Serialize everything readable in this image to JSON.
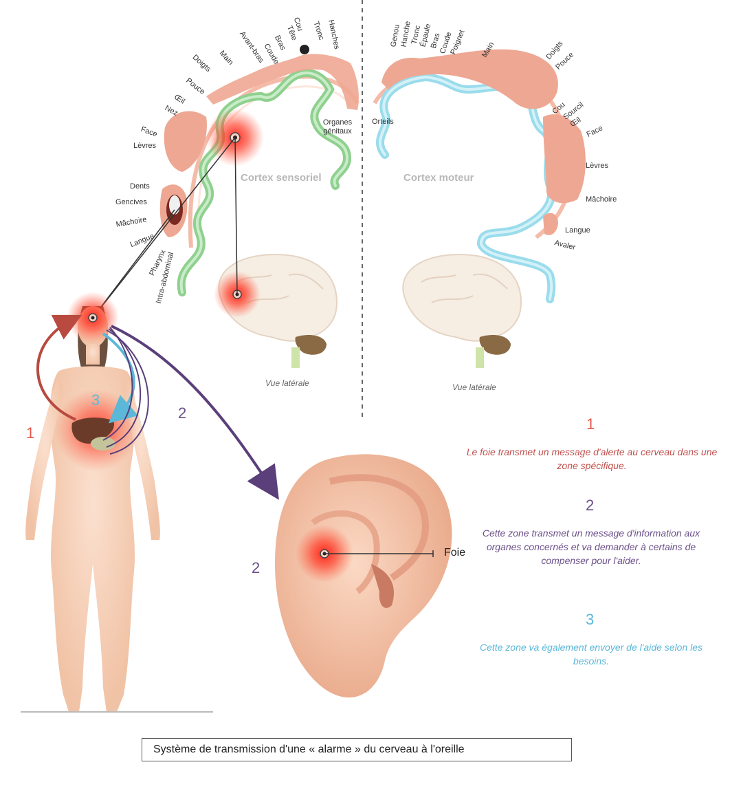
{
  "sensory_labels": [
    "Hanches",
    "Tronc",
    "Cou",
    "Tête",
    "Bras",
    "Coude",
    "Avant-bras",
    "Main",
    "Doigts",
    "Pouce",
    "Œil",
    "Nez",
    "Face",
    "Lèvres",
    "Dents",
    "Gencives",
    "Mâchoire",
    "Langue",
    "Pharynx",
    "Intra-abdominal",
    "Organes génitaux",
    "Orteils"
  ],
  "motor_labels": [
    "Genou",
    "Hanche",
    "Tronc",
    "Épaule",
    "Bras",
    "Coude",
    "Poignet",
    "Main",
    "Doigts",
    "Pouce",
    "Cou",
    "Sourcil",
    "Œil",
    "Face",
    "Lèvres",
    "Mâchoire",
    "Langue",
    "Avaler"
  ],
  "cortex_sensory": "Cortex sensoriel",
  "cortex_motor": "Cortex moteur",
  "lateral_view": "Vue latérale",
  "steps": [
    {
      "number": "1",
      "text": "Le foie transmet un message d'alerte au cerveau dans une zone spécifique."
    },
    {
      "number": "2",
      "text": "Cette zone transmet un message d'information aux organes concernés et va demander à certains de compenser pour l'aider."
    },
    {
      "number": "3",
      "text": "Cette zone va également envoyer de l'aide selon les besoins."
    }
  ],
  "body_numbers": {
    "n1": "1",
    "n2": "2",
    "n3": "3",
    "ear_n2": "2"
  },
  "ear_label": "Foie",
  "caption": "Système de transmission d'une « alarme » du cerveau à l'oreille",
  "colors": {
    "step1": "#c0504d",
    "step2": "#6b4f8a",
    "step3": "#5bb8d8",
    "alert": "#e8281e",
    "green": "#8fd08f",
    "blue": "#9adcec",
    "skin": "#f3c9ad",
    "homunculus": "#eea792"
  }
}
